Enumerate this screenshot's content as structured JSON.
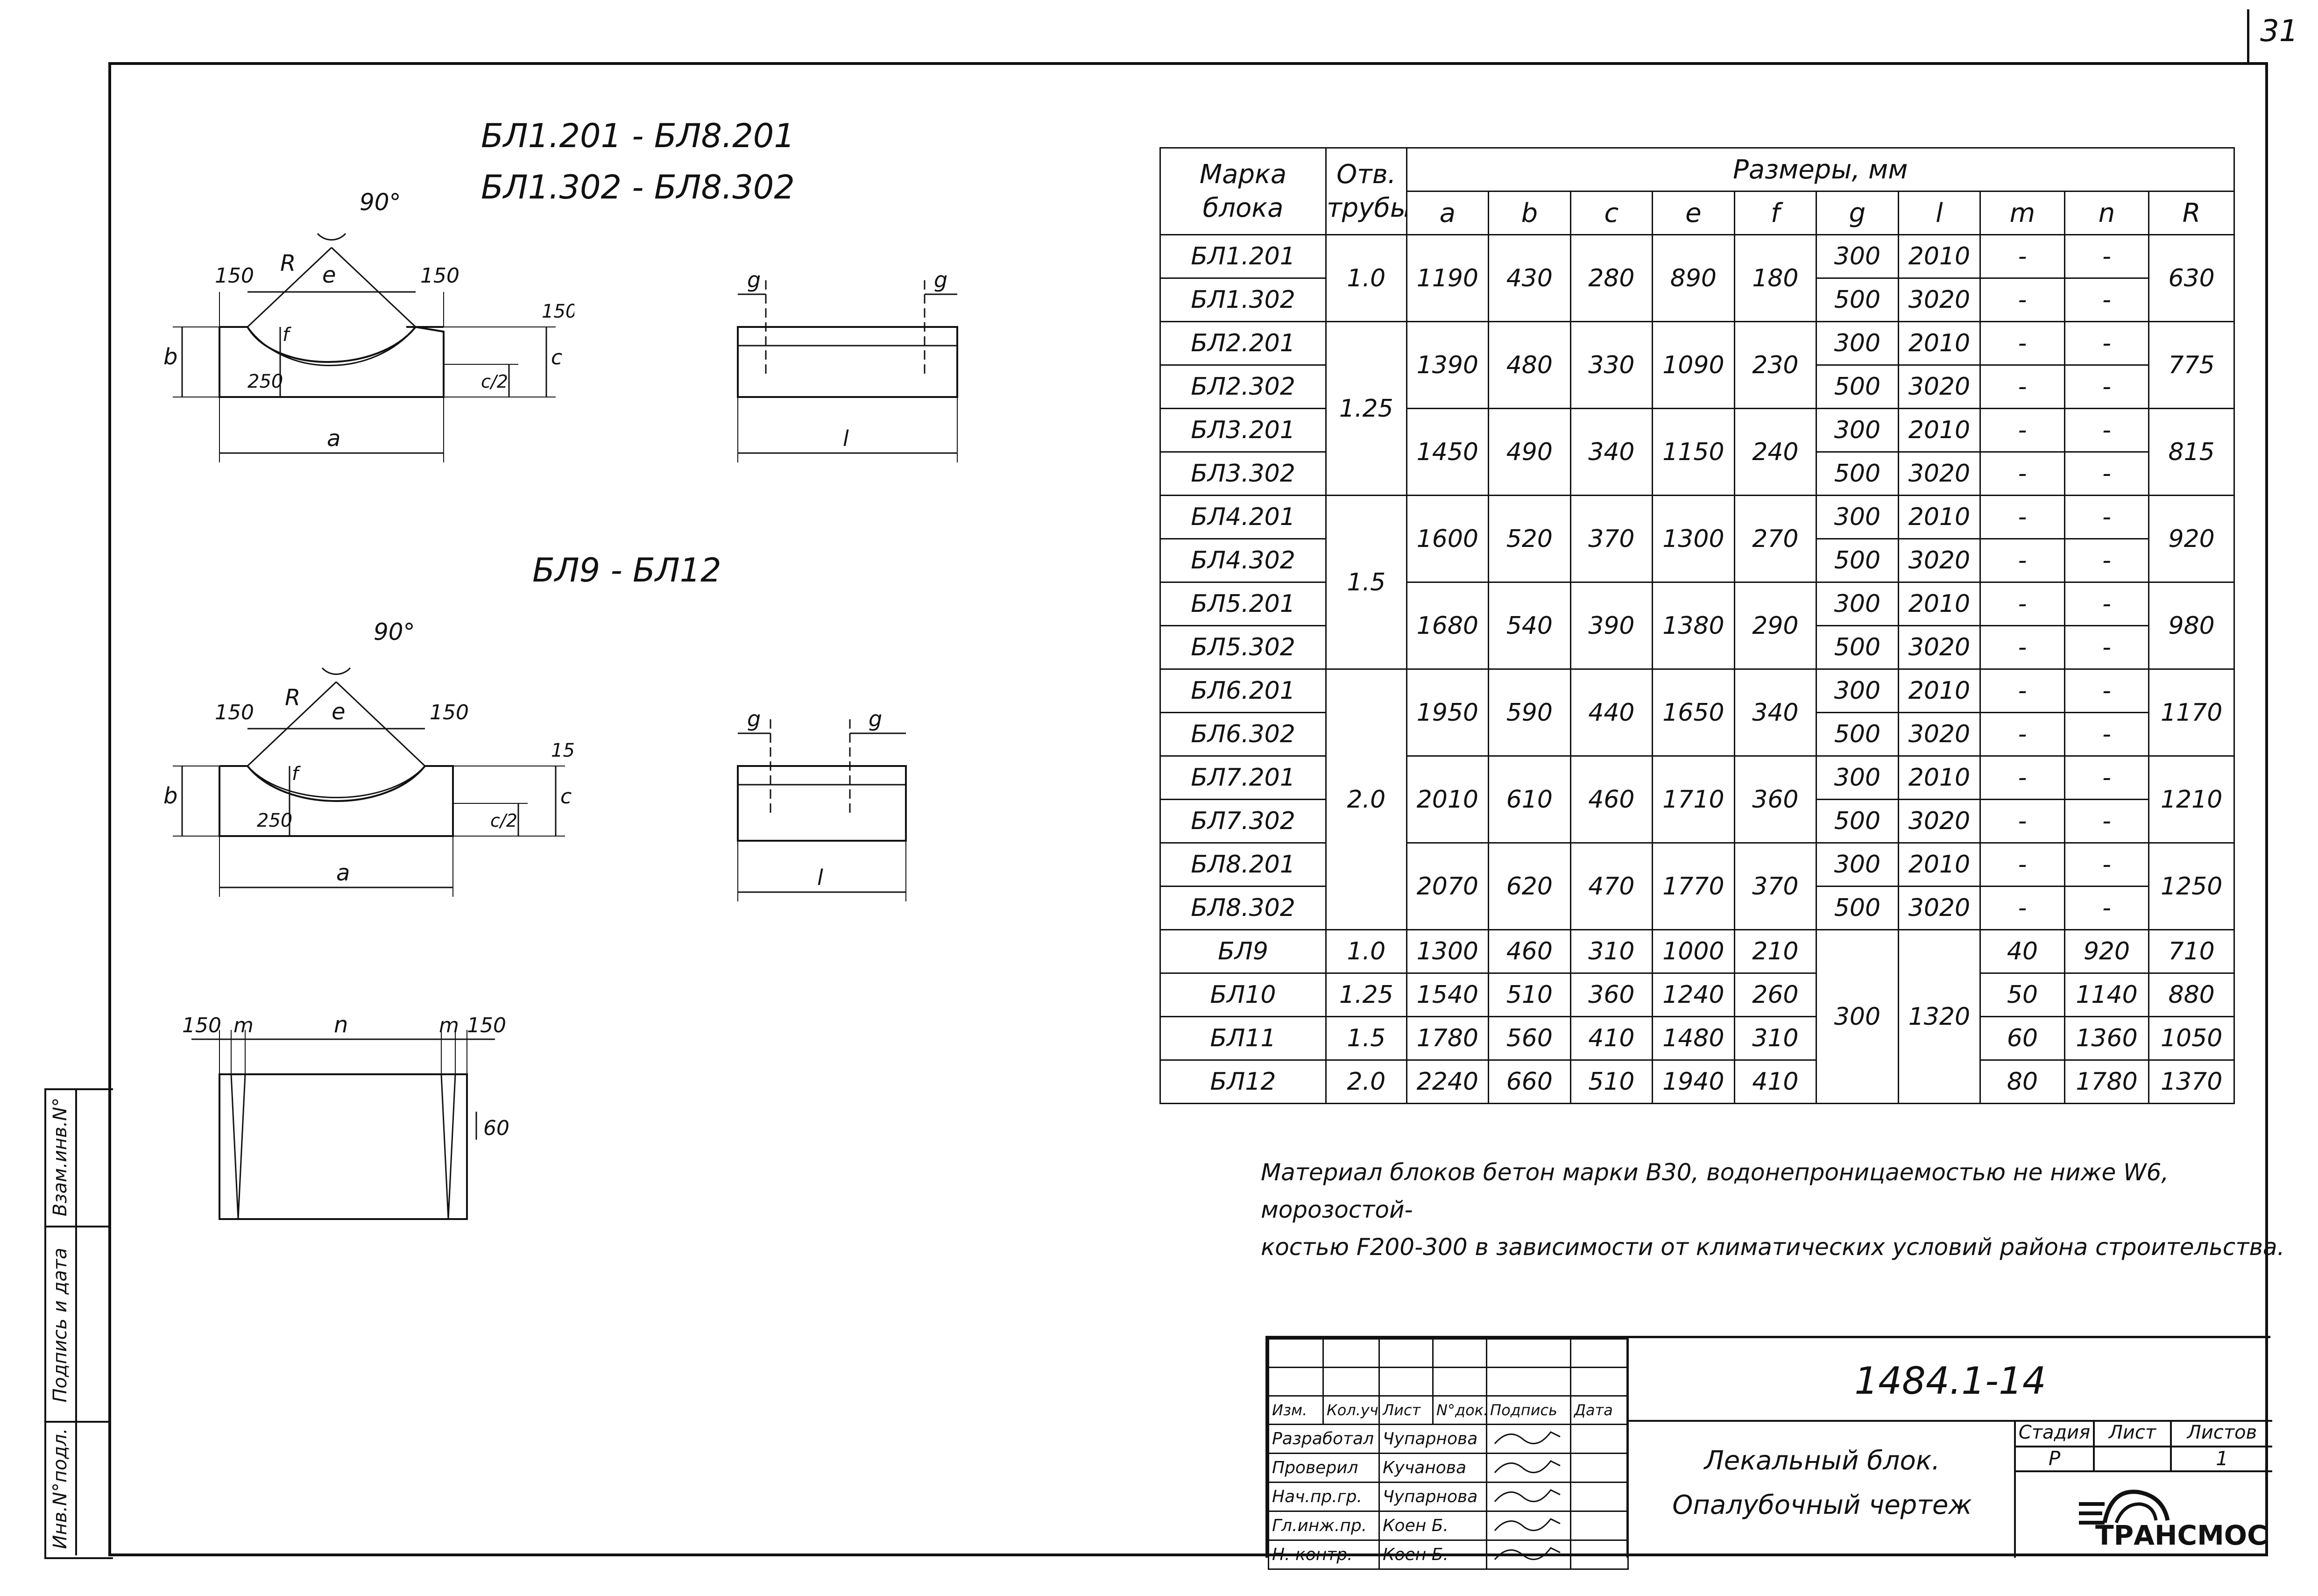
{
  "sheet_number": "31",
  "drawing_titles": {
    "type1_line1": "БЛ1.201 - БЛ8.201",
    "type1_line2": "БЛ1.302 - БЛ8.302",
    "type2": "БЛ9 - БЛ12"
  },
  "drawing_labels": {
    "angle": "90°",
    "R": "R",
    "e": "e",
    "b": "b",
    "a": "a",
    "c": "c",
    "c_half": "c/2",
    "f": "f",
    "dim_250": "250",
    "dim_150": "150",
    "g": "g",
    "l": "l",
    "n": "n",
    "m": "m",
    "dim_60": "60"
  },
  "table": {
    "header": {
      "mark": "Марка блока",
      "pipe": "Отв. трубы",
      "sizes": "Размеры, мм",
      "columns": [
        "a",
        "b",
        "c",
        "e",
        "f",
        "g",
        "l",
        "m",
        "n",
        "R"
      ]
    },
    "groups": [
      {
        "pipe": "1.0",
        "a": "1190",
        "b": "430",
        "c": "280",
        "e": "890",
        "f": "180",
        "R": "630",
        "rows": [
          {
            "mark": "БЛ1.201",
            "g": "300",
            "l": "2010",
            "m": "-",
            "n": "-"
          },
          {
            "mark": "БЛ1.302",
            "g": "500",
            "l": "3020",
            "m": "-",
            "n": "-"
          }
        ]
      },
      {
        "pipe": "1.25",
        "a": "1390",
        "b": "480",
        "c": "330",
        "e": "1090",
        "f": "230",
        "R": "775",
        "rows": [
          {
            "mark": "БЛ2.201",
            "g": "300",
            "l": "2010",
            "m": "-",
            "n": "-"
          },
          {
            "mark": "БЛ2.302",
            "g": "500",
            "l": "3020",
            "m": "-",
            "n": "-"
          }
        ]
      },
      {
        "pipe": "",
        "a": "1450",
        "b": "490",
        "c": "340",
        "e": "1150",
        "f": "240",
        "R": "815",
        "rows": [
          {
            "mark": "БЛ3.201",
            "g": "300",
            "l": "2010",
            "m": "-",
            "n": "-"
          },
          {
            "mark": "БЛ3.302",
            "g": "500",
            "l": "3020",
            "m": "-",
            "n": "-"
          }
        ]
      },
      {
        "pipe": "1.5",
        "a": "1600",
        "b": "520",
        "c": "370",
        "e": "1300",
        "f": "270",
        "R": "920",
        "rows": [
          {
            "mark": "БЛ4.201",
            "g": "300",
            "l": "2010",
            "m": "-",
            "n": "-"
          },
          {
            "mark": "БЛ4.302",
            "g": "500",
            "l": "3020",
            "m": "-",
            "n": "-"
          }
        ]
      },
      {
        "pipe": "",
        "a": "1680",
        "b": "540",
        "c": "390",
        "e": "1380",
        "f": "290",
        "R": "980",
        "rows": [
          {
            "mark": "БЛ5.201",
            "g": "300",
            "l": "2010",
            "m": "-",
            "n": "-"
          },
          {
            "mark": "БЛ5.302",
            "g": "500",
            "l": "3020",
            "m": "-",
            "n": "-"
          }
        ]
      },
      {
        "pipe": "2.0",
        "a": "1950",
        "b": "590",
        "c": "440",
        "e": "1650",
        "f": "340",
        "R": "1170",
        "rows": [
          {
            "mark": "БЛ6.201",
            "g": "300",
            "l": "2010",
            "m": "-",
            "n": "-"
          },
          {
            "mark": "БЛ6.302",
            "g": "500",
            "l": "3020",
            "m": "-",
            "n": "-"
          }
        ]
      },
      {
        "pipe": "",
        "a": "2010",
        "b": "610",
        "c": "460",
        "e": "1710",
        "f": "360",
        "R": "1210",
        "rows": [
          {
            "mark": "БЛ7.201",
            "g": "300",
            "l": "2010",
            "m": "-",
            "n": "-"
          },
          {
            "mark": "БЛ7.302",
            "g": "500",
            "l": "3020",
            "m": "-",
            "n": "-"
          }
        ]
      },
      {
        "pipe": "",
        "a": "2070",
        "b": "620",
        "c": "470",
        "e": "1770",
        "f": "370",
        "R": "1250",
        "rows": [
          {
            "mark": "БЛ8.201",
            "g": "300",
            "l": "2010",
            "m": "-",
            "n": "-"
          },
          {
            "mark": "БЛ8.302",
            "g": "500",
            "l": "3020",
            "m": "-",
            "n": "-"
          }
        ]
      }
    ],
    "small_blocks": {
      "g": "300",
      "l": "1320",
      "rows": [
        {
          "mark": "БЛ9",
          "pipe": "1.0",
          "a": "1300",
          "b": "460",
          "c": "310",
          "e": "1000",
          "f": "210",
          "m": "40",
          "n": "920",
          "R": "710"
        },
        {
          "mark": "БЛ10",
          "pipe": "1.25",
          "a": "1540",
          "b": "510",
          "c": "360",
          "e": "1240",
          "f": "260",
          "m": "50",
          "n": "1140",
          "R": "880"
        },
        {
          "mark": "БЛ11",
          "pipe": "1.5",
          "a": "1780",
          "b": "560",
          "c": "410",
          "e": "1480",
          "f": "310",
          "m": "60",
          "n": "1360",
          "R": "1050"
        },
        {
          "mark": "БЛ12",
          "pipe": "2.0",
          "a": "2240",
          "b": "660",
          "c": "510",
          "e": "1940",
          "f": "410",
          "m": "80",
          "n": "1780",
          "R": "1370"
        }
      ]
    }
  },
  "note": {
    "line1": "Материал блоков бетон марки В30, водонепроницаемостью не ниже W6, морозостой-",
    "line2": "костью F200-300 в зависимости от климатических условий района строительства."
  },
  "side_stamp": {
    "inv_vzam": "Взам.инв.N°",
    "sign_date": "Подпись и дата",
    "inv_podl": "Инв.N°подл."
  },
  "title_block": {
    "code": "1484.1-14",
    "col_headers": [
      "Изм.",
      "Кол.уч.",
      "Лист",
      "N°док.",
      "Подпись",
      "Дата"
    ],
    "people": [
      {
        "role": "Разработал",
        "name": "Чупарнова"
      },
      {
        "role": "Проверил",
        "name": "Кучанова"
      },
      {
        "role": "Нач.пр.гр.",
        "name": "Чупарнова"
      },
      {
        "role": "Гл.инж.пр.",
        "name": "Коен Б."
      },
      {
        "role": "Н. контр.",
        "name": "Коен Б."
      }
    ],
    "doc_title_line1": "Лекальный блок.",
    "doc_title_line2": "Опалубочный чертеж",
    "stage_label": "Стадия",
    "sheet_label": "Лист",
    "sheets_label": "Листов",
    "stage": "Р",
    "sheet": "",
    "sheets": "1",
    "company": "ТРАНСМОСТ"
  }
}
